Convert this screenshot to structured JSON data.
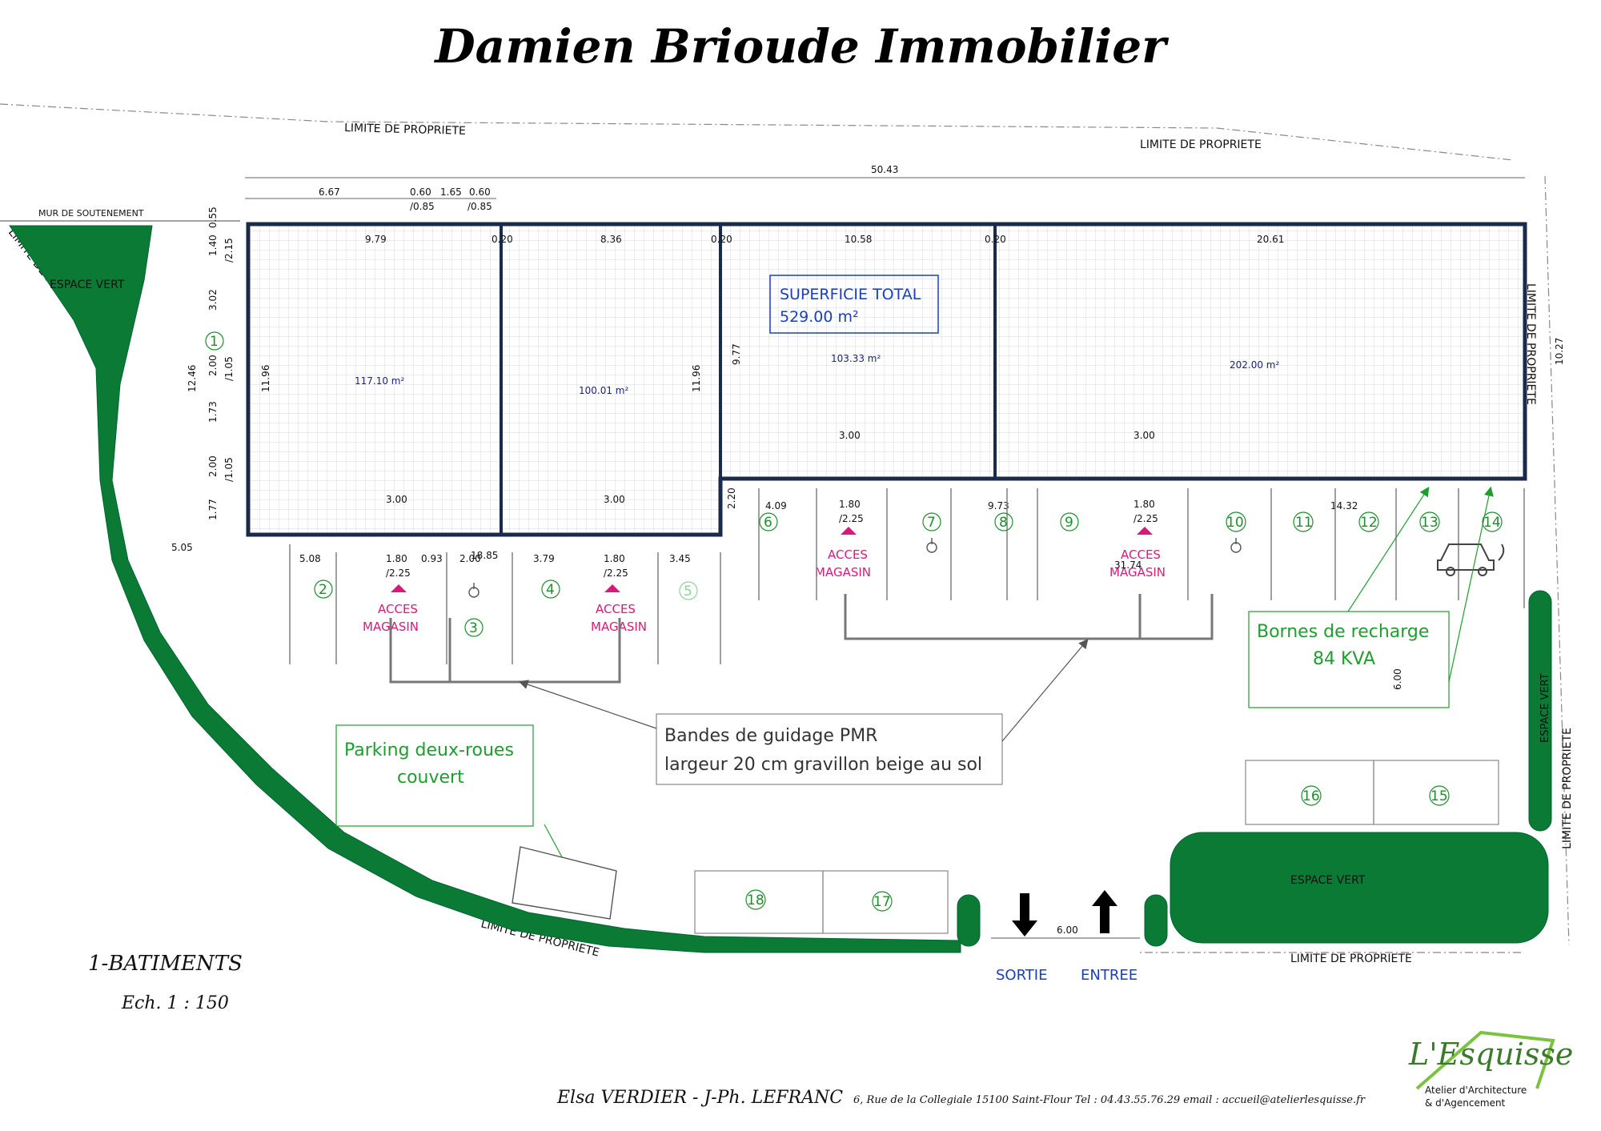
{
  "title": "Damien Brioude Immobilier",
  "property_limit": "LIMITE DE PROPRIETE",
  "retaining_wall": "MUR DE SOUTENEMENT",
  "green_space": "ESPACE VERT",
  "total_area": {
    "label": "SUPERFICIE TOTAL",
    "value": "529.00 m²"
  },
  "units": [
    {
      "area": "117.10 m²",
      "width": "9.79"
    },
    {
      "area": "100.01 m²",
      "width": "8.36"
    },
    {
      "area": "103.33 m²",
      "width": "10.58"
    },
    {
      "area": "202.00 m²",
      "width": "20.61"
    }
  ],
  "dims": {
    "overall": "50.43",
    "d667": "6.67",
    "d060a": "0.60",
    "d085a": "/0.85",
    "d165": "1.65",
    "d060b": "0.60",
    "d085b": "/0.85",
    "d020": "0.20",
    "left_055": "0.55",
    "left_140": "1.40",
    "left_215": "/2.15",
    "left_302": "3.02",
    "left_200a": "2.00",
    "left_105a": "/1.05",
    "left_173": "1.73",
    "left_200b": "2.00",
    "left_105b": "/1.05",
    "left_177": "1.77",
    "left_1246": "12.46",
    "left_1196": "11.96",
    "mid_1196": "11.96",
    "mid_977": "9.77",
    "right_1027": "10.27",
    "d300": "3.00",
    "d180": "1.80",
    "d225": "/2.25",
    "b508": "5.08",
    "b093": "0.93",
    "b200": "2.00",
    "b379": "3.79",
    "b345": "3.45",
    "b1885": "18.85",
    "b505": "5.05",
    "r220": "2.20",
    "r409": "4.09",
    "r973": "9.73",
    "r3174": "31.74",
    "r1432": "14.32",
    "r600a": "6.00",
    "r600b": "6.00"
  },
  "store_access": [
    "ACCES",
    "MAGASIN"
  ],
  "spots": [
    "1",
    "2",
    "3",
    "4",
    "5",
    "6",
    "7",
    "8",
    "9",
    "10",
    "11",
    "12",
    "13",
    "14",
    "15",
    "16",
    "17",
    "18"
  ],
  "charging": [
    "Bornes de recharge",
    "84 KVA"
  ],
  "pmr": [
    "Bandes de guidage PMR",
    "largeur 20 cm gravillon beige au sol"
  ],
  "bikes": [
    "Parking deux-roues",
    "couvert"
  ],
  "exit": "SORTIE",
  "entry": "ENTREE",
  "sheet": "1-BATIMENTS",
  "scale": "Ech. 1 : 150",
  "footer": {
    "authors": "Elsa VERDIER - J-Ph. LEFRANC",
    "address": "6, Rue de la Collegiale 15100 Saint-Flour Tel : 04.43.55.76.29  email : accueil@atelierlesquisse.fr"
  },
  "logo": {
    "name": "L'Esquisse",
    "sub1": "Atelier d'Architecture",
    "sub2": "& d'Agencement"
  },
  "colors": {
    "green": "#0b7a35",
    "label_green": "#1e9e2e",
    "access": "#d81b7a",
    "blue_text": "#1a3fbf"
  }
}
